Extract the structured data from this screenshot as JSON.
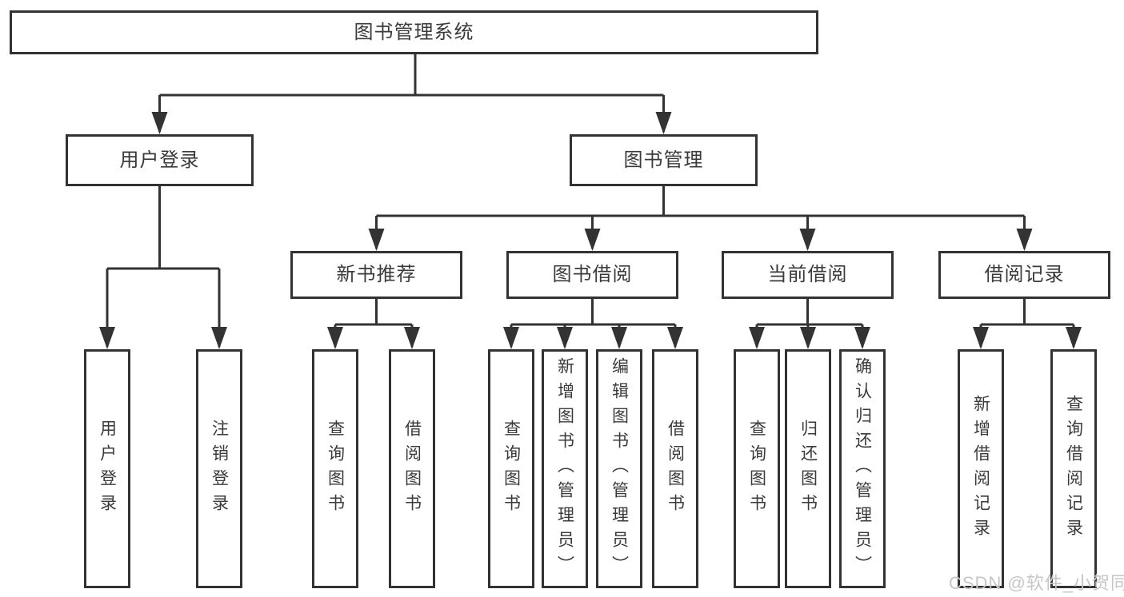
{
  "diagram": {
    "root": {
      "label": "图书管理系统"
    },
    "branches": [
      {
        "label": "用户登录",
        "children": [
          {
            "label": "用户登录"
          },
          {
            "label": "注销登录"
          }
        ]
      },
      {
        "label": "图书管理",
        "children": [
          {
            "label": "新书推荐",
            "children": [
              {
                "label": "查询图书"
              },
              {
                "label": "借阅图书"
              }
            ]
          },
          {
            "label": "图书借阅",
            "children": [
              {
                "label": "查询图书"
              },
              {
                "label": "新增图书（管理员）"
              },
              {
                "label": "编辑图书（管理员）"
              },
              {
                "label": "借阅图书"
              }
            ]
          },
          {
            "label": "当前借阅",
            "children": [
              {
                "label": "查询图书"
              },
              {
                "label": "归还图书"
              },
              {
                "label": "确认归还（管理员）"
              }
            ]
          },
          {
            "label": "借阅记录",
            "children": [
              {
                "label": "新增借阅记录"
              },
              {
                "label": "查询借阅记录"
              }
            ]
          }
        ]
      }
    ]
  },
  "watermark": {
    "text": "CSDN @软件_小贺同学"
  },
  "colors": {
    "line": "#333333",
    "node_text": "#3a3a3a",
    "watermark_text": "#c6c6c6",
    "background": "#ffffff"
  }
}
